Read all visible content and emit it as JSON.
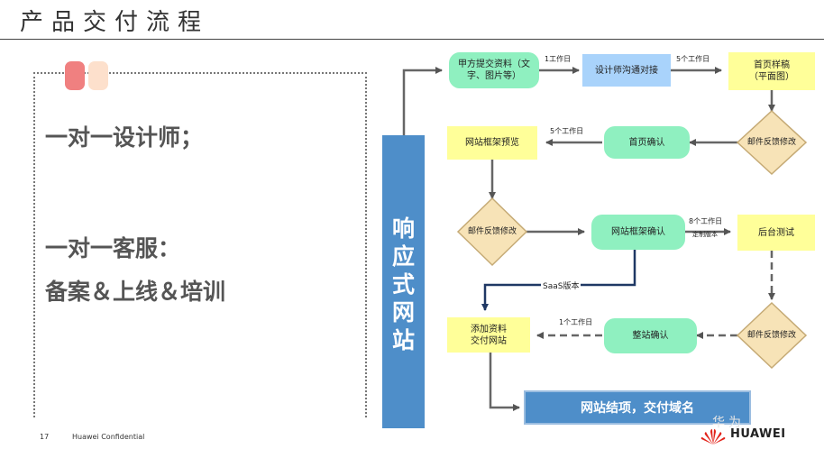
{
  "page": {
    "title": "产品交付流程",
    "page_number": "17",
    "confidential": "Huawei Confidential",
    "brand": "HUAWEI",
    "watermark": "华为"
  },
  "left": {
    "line1": "一对一设计师；",
    "line2": "一对一客服：",
    "line3": "备案＆上线＆培训"
  },
  "vertical_label": "响\n应\n式\n网\n站",
  "colors": {
    "green": "#8ff0c0",
    "yellow": "#ffff99",
    "blue_box": "#a9d3fb",
    "diamond": "#f7e3b7",
    "bar": "#4e8ec9",
    "saas_arrow": "#1f3864"
  },
  "flow": {
    "n1": "甲方提交资料（文\n字、图片等）",
    "n2": "设计师沟通对接",
    "n3": "首页样稿\n（平面图）",
    "d1": "邮件反馈修改",
    "n4": "首页确认",
    "n5": "网站框架预览",
    "d2": "邮件反馈修改",
    "n6": "网站框架确认",
    "n7": "后台测试",
    "d3": "邮件反馈修改",
    "n8": "整站确认",
    "n9": "添加资料\n交付网站",
    "final": "网站结项，交付域名",
    "e1": "1工作日",
    "e2": "5个工作日",
    "e3": "5个工作日",
    "e4": "8个工作日",
    "e4_sub": "定制版本",
    "e5": "1个工作日",
    "saas": "SaaS版本"
  }
}
